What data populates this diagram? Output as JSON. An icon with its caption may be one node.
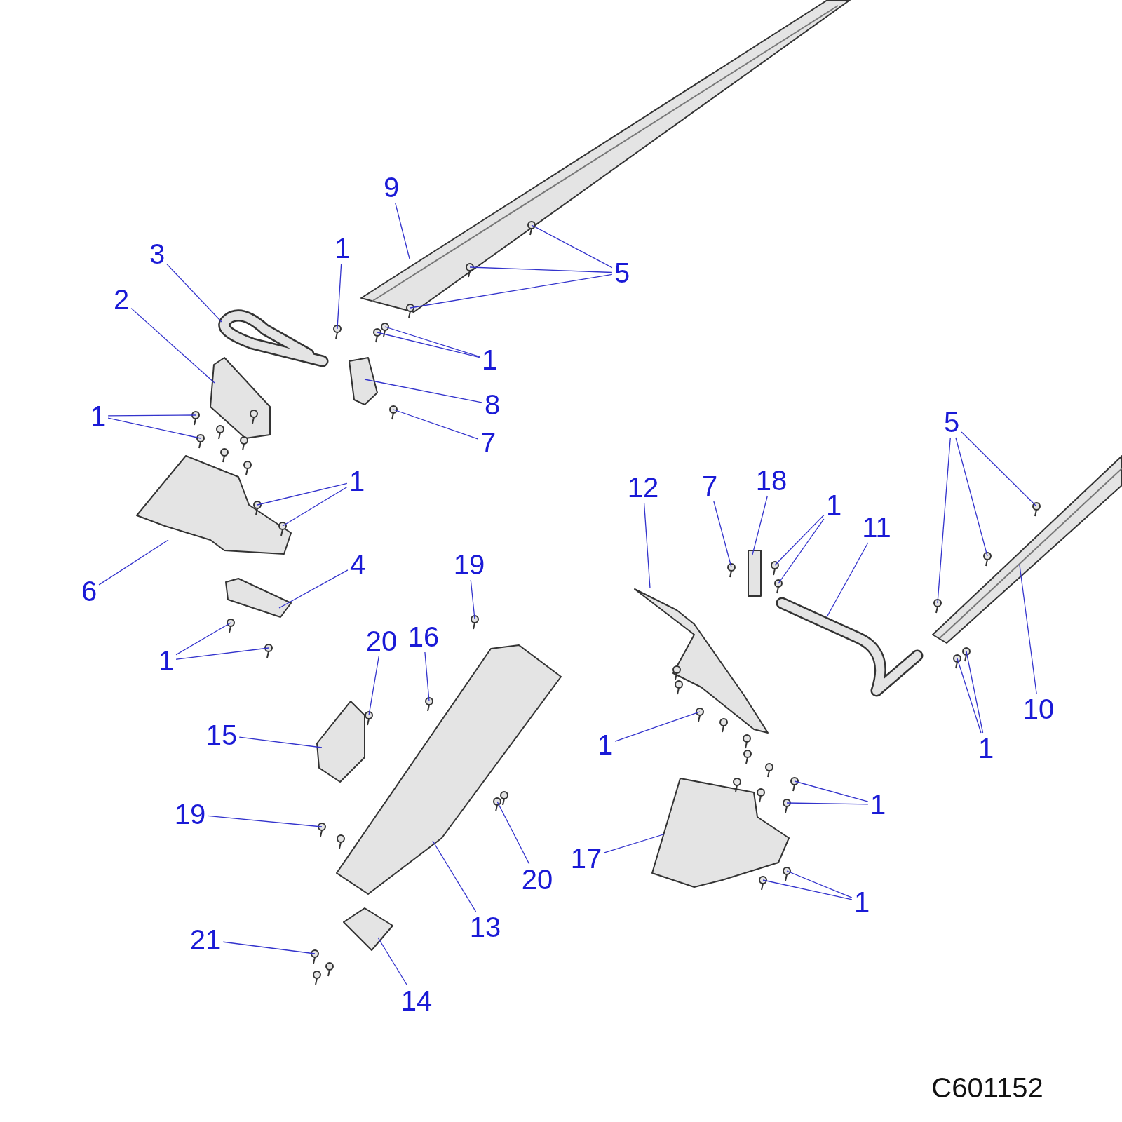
{
  "diagram": {
    "nodes": [
      {
        "text": [
          "9"
        ]
      },
      {
        "text": [
          "1"
        ]
      },
      {
        "text": [
          "3"
        ]
      },
      {
        "text": [
          "2"
        ]
      },
      {
        "text": [
          "5"
        ]
      },
      {
        "text": [
          "1"
        ]
      },
      {
        "text": [
          "8"
        ]
      },
      {
        "text": [
          "7"
        ]
      },
      {
        "text": [
          "1"
        ]
      },
      {
        "text": [
          "1"
        ]
      },
      {
        "text": [
          "6"
        ]
      },
      {
        "text": [
          "4"
        ]
      },
      {
        "text": [
          "1"
        ]
      },
      {
        "text": [
          "19"
        ]
      },
      {
        "text": [
          "20"
        ]
      },
      {
        "text": [
          "16"
        ]
      },
      {
        "text": [
          "15"
        ]
      },
      {
        "text": [
          "19"
        ]
      },
      {
        "text": [
          "20"
        ]
      },
      {
        "text": [
          "13"
        ]
      },
      {
        "text": [
          "21"
        ]
      },
      {
        "text": [
          "14"
        ]
      },
      {
        "text": [
          "12"
        ]
      },
      {
        "text": [
          "7"
        ]
      },
      {
        "text": [
          "18"
        ]
      },
      {
        "text": [
          "1"
        ]
      },
      {
        "text": [
          "11"
        ]
      },
      {
        "text": [
          "5"
        ]
      },
      {
        "text": [
          "10"
        ]
      },
      {
        "text": [
          "1"
        ]
      },
      {
        "text": [
          "1"
        ]
      },
      {
        "text": [
          "1"
        ]
      },
      {
        "text": [
          "17"
        ]
      },
      {
        "text": [
          "1"
        ]
      }
    ],
    "edges": [
      {
        "from": 0,
        "to": null,
        "arrow": "none"
      },
      {
        "from": 1,
        "to": null,
        "arrow": "none"
      },
      {
        "from": 2,
        "to": null,
        "arrow": "none"
      },
      {
        "from": 3,
        "to": null,
        "arrow": "none"
      },
      {
        "from": 4,
        "to": null,
        "arrow": "none"
      },
      {
        "from": 4,
        "to": null,
        "arrow": "none"
      },
      {
        "from": 4,
        "to": null,
        "arrow": "none"
      },
      {
        "from": 5,
        "to": null,
        "arrow": "none"
      },
      {
        "from": 5,
        "to": null,
        "arrow": "none"
      },
      {
        "from": 6,
        "to": null,
        "arrow": "none"
      },
      {
        "from": 7,
        "to": null,
        "arrow": "none"
      },
      {
        "from": 8,
        "to": null,
        "arrow": "none"
      },
      {
        "from": 8,
        "to": null,
        "arrow": "none"
      },
      {
        "from": 9,
        "to": null,
        "arrow": "none"
      },
      {
        "from": 9,
        "to": null,
        "arrow": "none"
      },
      {
        "from": 10,
        "to": null,
        "arrow": "none"
      },
      {
        "from": 11,
        "to": null,
        "arrow": "none"
      },
      {
        "from": 12,
        "to": null,
        "arrow": "none"
      },
      {
        "from": 12,
        "to": null,
        "arrow": "none"
      },
      {
        "from": 13,
        "to": null,
        "arrow": "none"
      },
      {
        "from": 14,
        "to": null,
        "arrow": "none"
      },
      {
        "from": 15,
        "to": null,
        "arrow": "none"
      },
      {
        "from": 16,
        "to": null,
        "arrow": "none"
      },
      {
        "from": 17,
        "to": null,
        "arrow": "none"
      },
      {
        "from": 18,
        "to": null,
        "arrow": "none"
      },
      {
        "from": 19,
        "to": null,
        "arrow": "none"
      },
      {
        "from": 20,
        "to": null,
        "arrow": "none"
      },
      {
        "from": 21,
        "to": null,
        "arrow": "none"
      },
      {
        "from": 22,
        "to": null,
        "arrow": "none"
      },
      {
        "from": 23,
        "to": null,
        "arrow": "none"
      },
      {
        "from": 24,
        "to": null,
        "arrow": "none"
      },
      {
        "from": 25,
        "to": null,
        "arrow": "none"
      },
      {
        "from": 25,
        "to": null,
        "arrow": "none"
      },
      {
        "from": 26,
        "to": null,
        "arrow": "none"
      },
      {
        "from": 27,
        "to": null,
        "arrow": "none"
      },
      {
        "from": 27,
        "to": null,
        "arrow": "none"
      },
      {
        "from": 27,
        "to": null,
        "arrow": "none"
      },
      {
        "from": 28,
        "to": null,
        "arrow": "none"
      },
      {
        "from": 29,
        "to": null,
        "arrow": "none"
      },
      {
        "from": 29,
        "to": null,
        "arrow": "none"
      },
      {
        "from": 30,
        "to": null,
        "arrow": "none"
      },
      {
        "from": 31,
        "to": null,
        "arrow": "none"
      },
      {
        "from": 31,
        "to": null,
        "arrow": "none"
      },
      {
        "from": 32,
        "to": null,
        "arrow": "none"
      },
      {
        "from": 33,
        "to": null,
        "arrow": "none"
      },
      {
        "from": 33,
        "to": null,
        "arrow": "none"
      }
    ],
    "labels": [
      "C601152"
    ]
  }
}
